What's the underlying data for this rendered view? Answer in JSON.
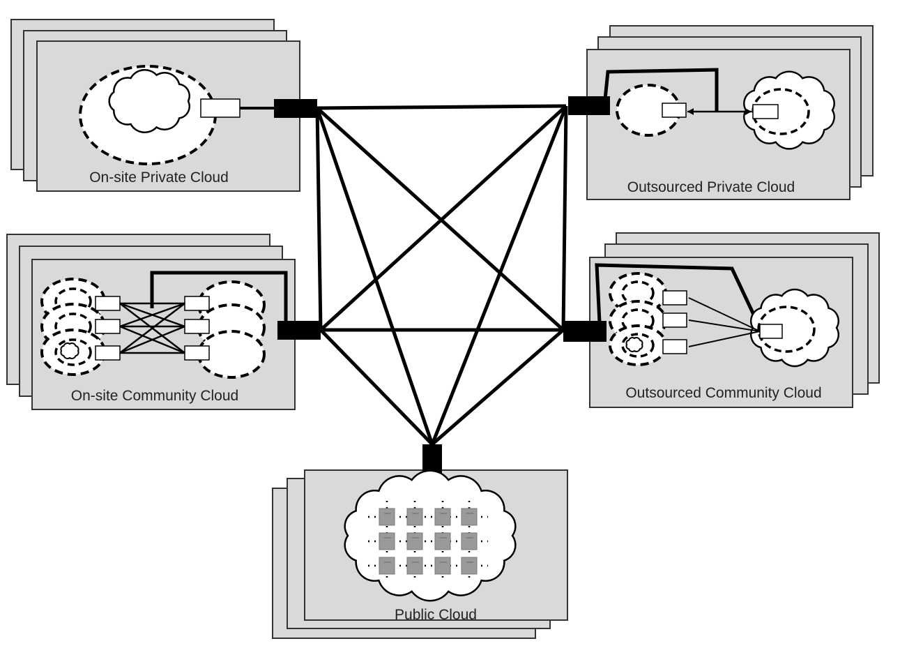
{
  "diagram": {
    "nodes": [
      {
        "id": "onsite-private",
        "label": "On-site Private Cloud"
      },
      {
        "id": "outsourced-private",
        "label": "Outsourced Private Cloud"
      },
      {
        "id": "onsite-community",
        "label": "On-site Community Cloud"
      },
      {
        "id": "outsourced-community",
        "label": "Outsourced Community Cloud"
      },
      {
        "id": "public",
        "label": "Public Cloud"
      }
    ],
    "edges": [
      [
        "onsite-private",
        "outsourced-private"
      ],
      [
        "onsite-private",
        "onsite-community"
      ],
      [
        "onsite-private",
        "outsourced-community"
      ],
      [
        "onsite-private",
        "public"
      ],
      [
        "outsourced-private",
        "onsite-community"
      ],
      [
        "outsourced-private",
        "outsourced-community"
      ],
      [
        "outsourced-private",
        "public"
      ],
      [
        "onsite-community",
        "outsourced-community"
      ],
      [
        "onsite-community",
        "public"
      ],
      [
        "outsourced-community",
        "public"
      ]
    ],
    "colors": {
      "panel": "#d9d9d9",
      "line": "#000000",
      "server": "#9a9a9a"
    }
  }
}
